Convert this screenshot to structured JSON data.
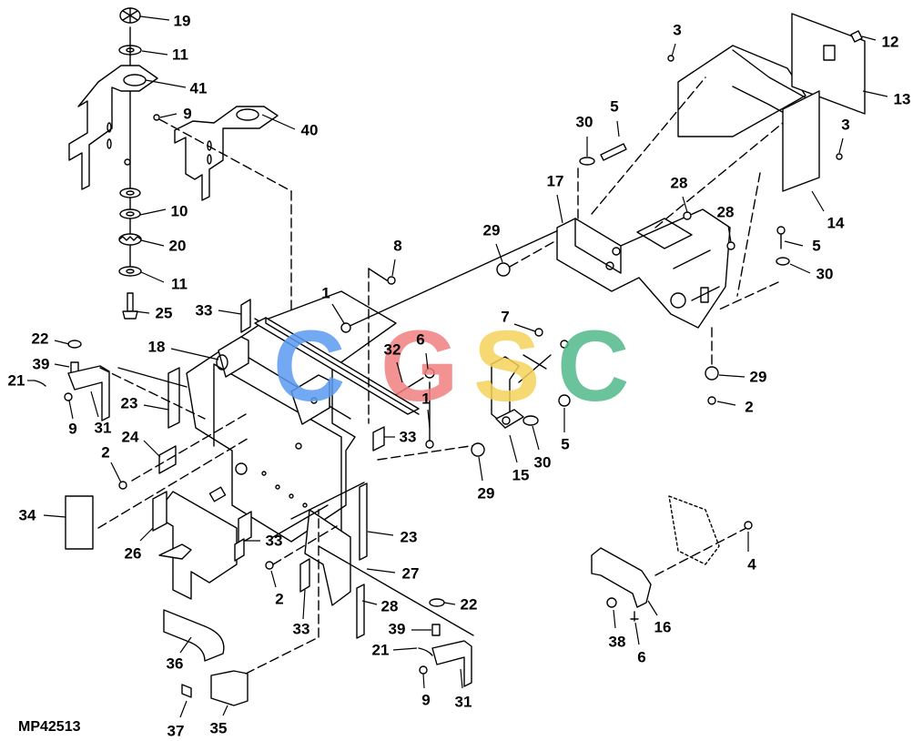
{
  "caption": "MP42513",
  "colors": {
    "line": "#000000",
    "wm_c1": "#5b9bf0",
    "wm_g": "#f08080",
    "wm_s": "#f5d35a",
    "wm_c2": "#52b98b"
  },
  "watermark": [
    "C",
    "G",
    "S",
    "C"
  ],
  "callouts": [
    "19",
    "11",
    "41",
    "9",
    "40",
    "10",
    "20",
    "11",
    "25",
    "33",
    "22",
    "18",
    "39",
    "21",
    "23",
    "9",
    "31",
    "24",
    "2",
    "34",
    "26",
    "33",
    "2",
    "27",
    "23",
    "33",
    "36",
    "37",
    "35",
    "28",
    "39",
    "21",
    "9",
    "31",
    "22",
    "1",
    "8",
    "32",
    "6",
    "1",
    "33",
    "29",
    "7",
    "29",
    "15",
    "30",
    "5",
    "17",
    "30",
    "5",
    "28",
    "28",
    "3",
    "12",
    "13",
    "3",
    "14",
    "5",
    "30",
    "29",
    "2",
    "4",
    "16",
    "38",
    "6"
  ]
}
